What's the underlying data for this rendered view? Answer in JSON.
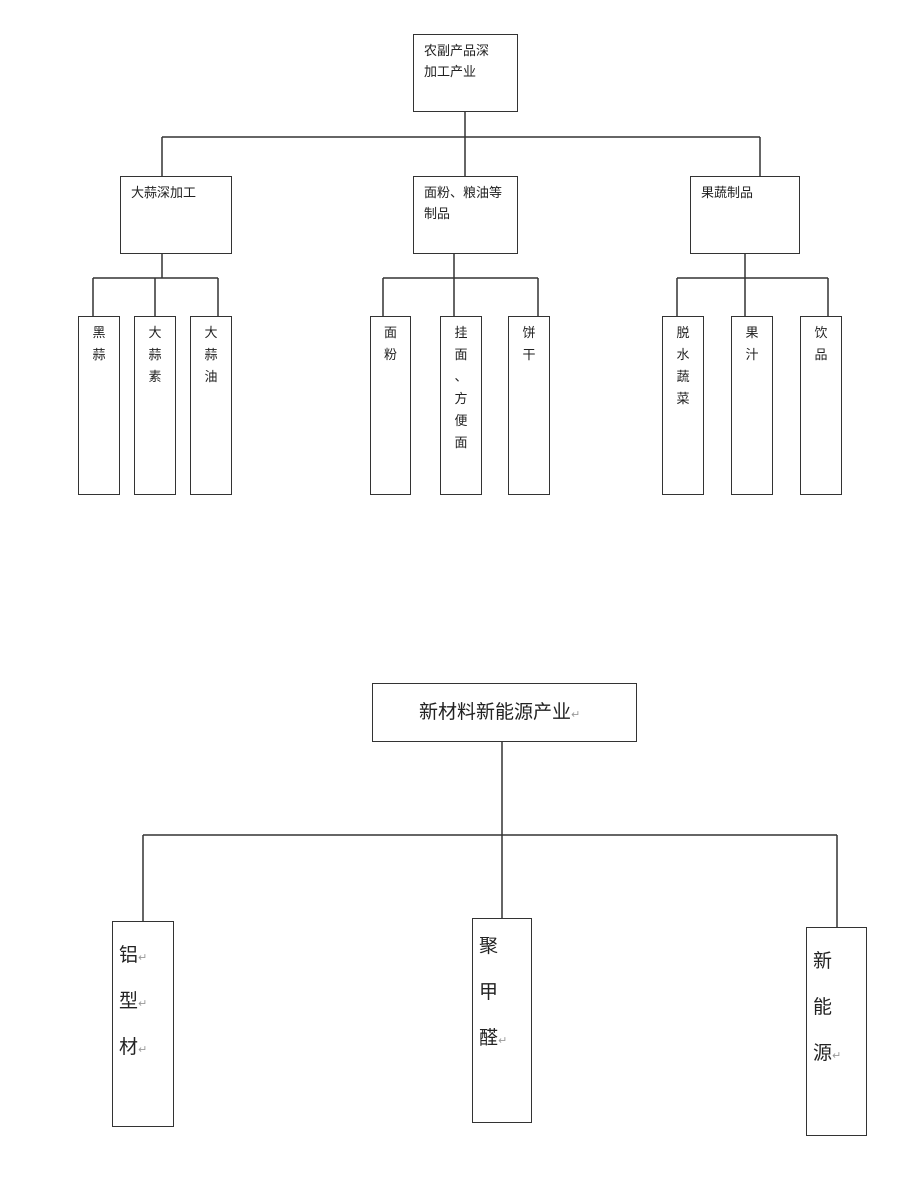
{
  "diagram1": {
    "root": {
      "lines": [
        "农副产品深",
        "加工产业"
      ]
    },
    "branches": [
      {
        "lines": [
          "大蒜深加工"
        ],
        "leaves": [
          [
            "黑",
            "蒜"
          ],
          [
            "大",
            "蒜",
            "素"
          ],
          [
            "大",
            "蒜",
            "油"
          ]
        ]
      },
      {
        "lines": [
          "面粉、粮油等",
          "制品"
        ],
        "leaves": [
          [
            "面",
            "粉"
          ],
          [
            "挂",
            "面",
            "、",
            "方",
            "便",
            "面"
          ],
          [
            "饼",
            "干"
          ]
        ]
      },
      {
        "lines": [
          "果蔬制品"
        ],
        "leaves": [
          [
            "脱",
            "水",
            "蔬",
            "菜"
          ],
          [
            "果",
            "汁"
          ],
          [
            "饮",
            "品"
          ]
        ]
      }
    ]
  },
  "diagram2": {
    "root": {
      "label": "新材料新能源产业",
      "mark": "↵"
    },
    "leaves": [
      {
        "chars": [
          "铝",
          "型",
          "材"
        ],
        "marks": [
          "↵",
          "↵",
          "↵"
        ]
      },
      {
        "chars": [
          "聚",
          "甲",
          "醛"
        ],
        "marks": [
          "",
          "",
          "↵"
        ]
      },
      {
        "chars": [
          "新",
          "能",
          "源"
        ],
        "marks": [
          "",
          "",
          "↵"
        ]
      }
    ]
  }
}
